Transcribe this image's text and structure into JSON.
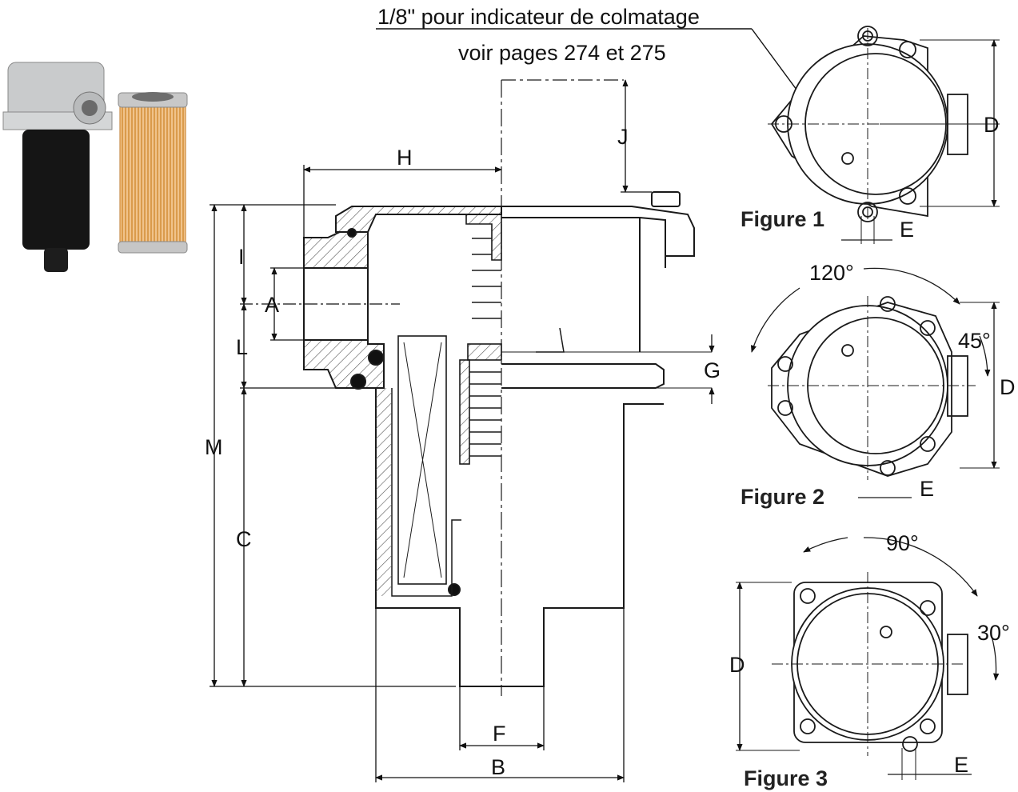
{
  "note": {
    "line1": "1/8\" pour indicateur de colmatage",
    "line2": "voir pages 274 et 275"
  },
  "dimensions": {
    "A": "A",
    "B": "B",
    "C": "C",
    "D": "D",
    "E": "E",
    "F": "F",
    "G": "G",
    "H": "H",
    "I": "I",
    "J": "J",
    "L": "L",
    "M": "M"
  },
  "figures": {
    "fig1": {
      "title": "Figure 1",
      "d": "D",
      "e": "E"
    },
    "fig2": {
      "title": "Figure 2",
      "angle1": "120°",
      "angle2": "45°",
      "d": "D",
      "e": "E"
    },
    "fig3": {
      "title": "Figure 3",
      "angle1": "90°",
      "angle2": "30°",
      "d": "D",
      "e": "E"
    }
  },
  "colors": {
    "line": "#1a1a1a",
    "hatch": "#555555",
    "housing": "#c9cbcc",
    "tube": "#151515",
    "element": "#e4922c"
  }
}
